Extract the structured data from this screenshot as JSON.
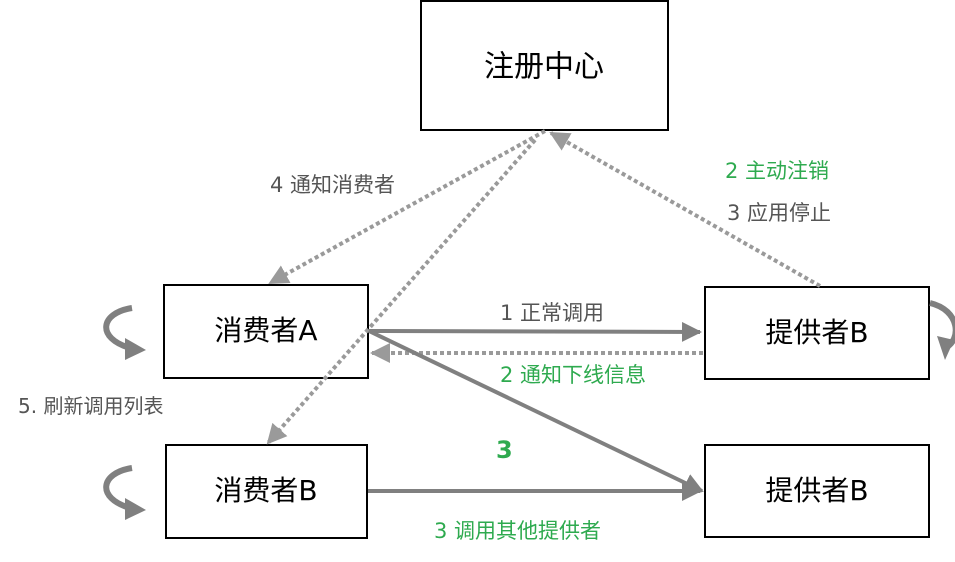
{
  "nodes": {
    "registry": "注册中心",
    "consumer_a": "消费者A",
    "consumer_b": "消费者B",
    "provider_b_top": "提供者B",
    "provider_b_bottom": "提供者B"
  },
  "labels": {
    "notify_consumer": "4 通知消费者",
    "active_unregister": "2 主动注销",
    "app_stop": "3 应用停止",
    "normal_call": "1 正常调用",
    "notify_offline": "2 通知下线信息",
    "refresh_list": "5. 刷新调用列表",
    "step_three": "3",
    "call_other_provider": "3 调用其他提供者"
  },
  "colors": {
    "box_border": "#000000",
    "text": "#000000",
    "label_gray": "#555555",
    "label_green": "#2eaa4f",
    "arrow_gray": "#808080",
    "dotted_gray": "#9a9a9a"
  }
}
